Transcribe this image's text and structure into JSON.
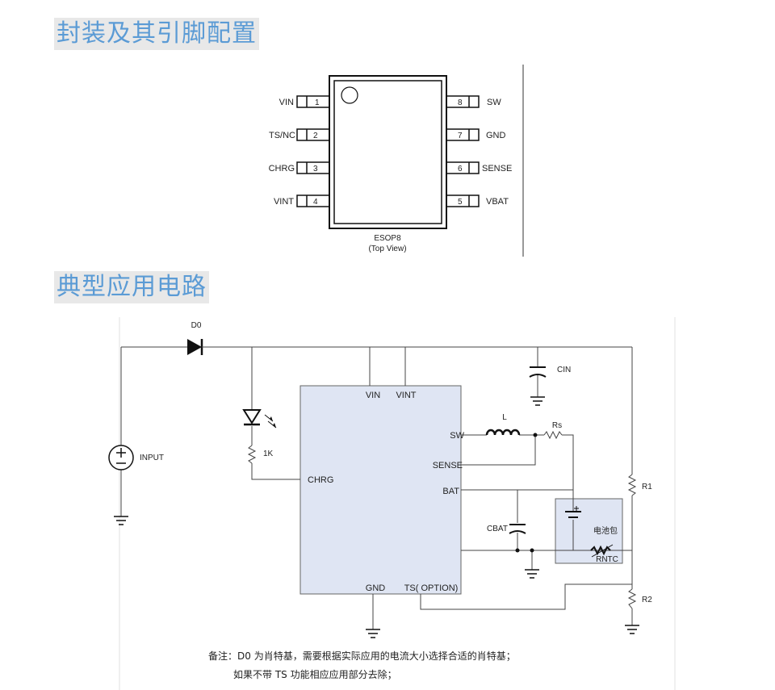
{
  "sections": {
    "package_title": "封装及其引脚配置",
    "circuit_title": "典型应用电路"
  },
  "package": {
    "left_pins": [
      {
        "name": "VIN",
        "num": "1"
      },
      {
        "name": "TS/NC",
        "num": "2"
      },
      {
        "name": "CHRG",
        "num": "3"
      },
      {
        "name": "VINT",
        "num": "4"
      }
    ],
    "right_pins": [
      {
        "name": "SW",
        "num": "8"
      },
      {
        "name": "GND",
        "num": "7"
      },
      {
        "name": "SENSE",
        "num": "6"
      },
      {
        "name": "VBAT",
        "num": "5"
      }
    ],
    "caption_line1": "ESOP8",
    "caption_line2": "(Top View)"
  },
  "circuit": {
    "d0": "D0",
    "input": "INPUT",
    "cin": "CIN",
    "resistor_1k": "1K",
    "chip_vin": "VIN",
    "chip_vint": "VINT",
    "chip_sw": "SW",
    "chip_sense": "SENSE",
    "chip_bat": "BAT",
    "chip_chrg": "CHRG",
    "chip_gnd": "GND",
    "chip_ts": "TS( OPTION)",
    "inductor": "L",
    "rs": "Rs",
    "r1": "R1",
    "r2": "R2",
    "cbat": "CBAT",
    "battery_pack": "电池包",
    "rntc": "RNTC"
  },
  "notes": {
    "line1": "备注：D0 为肖特基，需要根据实际应用的电流大小选择合适的肖特基；",
    "line2": "如果不带 TS 功能相应应用部分去除；"
  }
}
